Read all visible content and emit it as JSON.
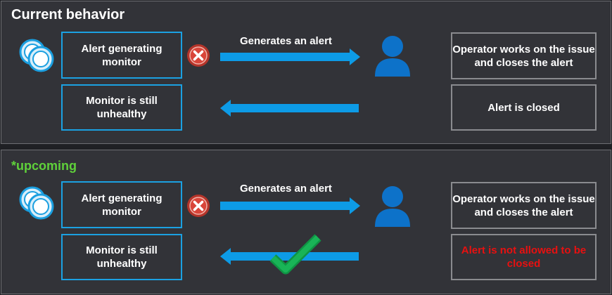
{
  "panels": [
    {
      "title": "Current behavior",
      "monitor_label": "Alert generating monitor",
      "arrow_label": "Generates an alert",
      "operator_text": "Operator works on the issue and closes the alert",
      "unhealthy_label": "Monitor is still unhealthy",
      "status_text": "Alert is closed"
    },
    {
      "title": "*upcoming",
      "monitor_label": "Alert generating monitor",
      "arrow_label": "Generates an alert",
      "operator_text": "Operator works on the issue and closes the alert",
      "unhealthy_label": "Monitor is still unhealthy",
      "status_text": "Alert is not allowed to be closed"
    }
  ],
  "colors": {
    "box_border": "#1ba1e2",
    "arrow": "#0d9be6",
    "error": "#c0392b",
    "check": "#12a14a",
    "warning_text": "#e81010",
    "upcoming_title": "#5fd13a"
  },
  "icons": [
    "monitor-stack-icon",
    "error-x-icon",
    "operator-user-icon",
    "checkmark-icon"
  ]
}
